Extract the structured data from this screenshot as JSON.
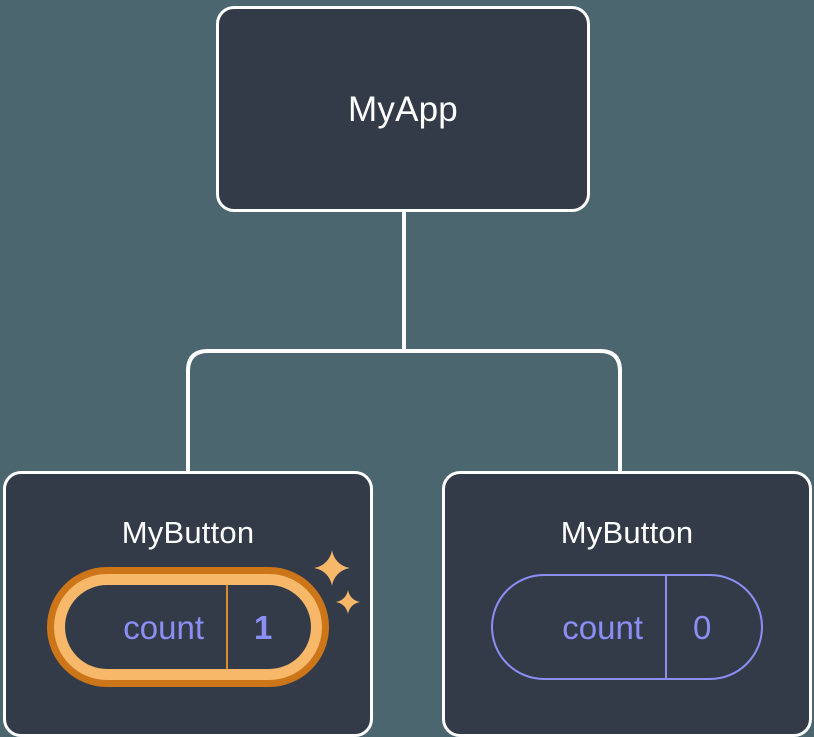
{
  "diagram": {
    "type": "component-tree",
    "background_color": "#4c6670",
    "node_fill_color": "#343b48",
    "node_border_color": "#ffffff",
    "connector_color": "#ffffff",
    "state_color": "#8b8ff5",
    "highlight_inner_color": "#f7b86a",
    "highlight_outer_color": "#cc7519",
    "root": {
      "title": "MyApp"
    },
    "children": [
      {
        "title": "MyButton",
        "state": {
          "label": "count",
          "value": "1"
        },
        "highlighted": true,
        "sparkles": [
          "sparkle-large-icon",
          "sparkle-small-icon"
        ]
      },
      {
        "title": "MyButton",
        "state": {
          "label": "count",
          "value": "0"
        },
        "highlighted": false,
        "sparkles": []
      }
    ]
  }
}
